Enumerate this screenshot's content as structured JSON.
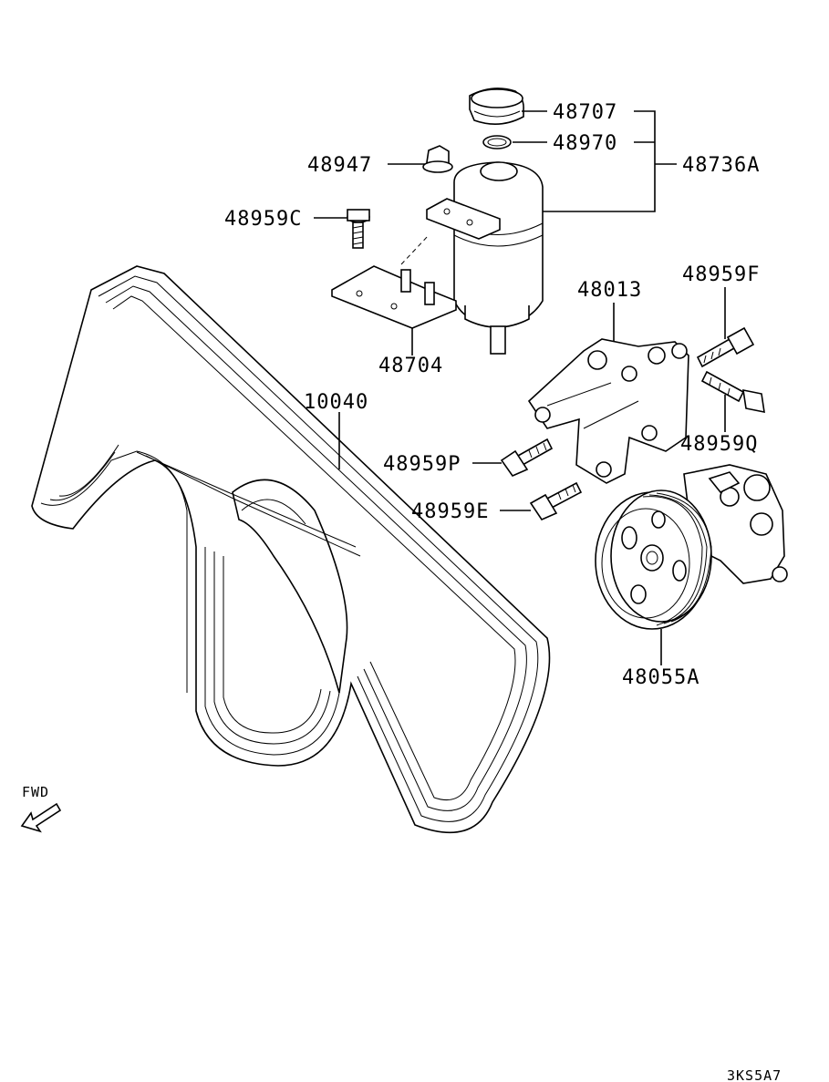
{
  "labels": {
    "p48707": "48707",
    "p48970": "48970",
    "p48736A": "48736A",
    "p48947": "48947",
    "p48959C": "48959C",
    "p48704": "48704",
    "p48013": "48013",
    "p48959F": "48959F",
    "p48959Q": "48959Q",
    "p10040": "10040",
    "p48959P": "48959P",
    "p48959E": "48959E",
    "p48055A": "48055A"
  },
  "fwd_label": "FWD",
  "diagram_code": "3KS5A7"
}
